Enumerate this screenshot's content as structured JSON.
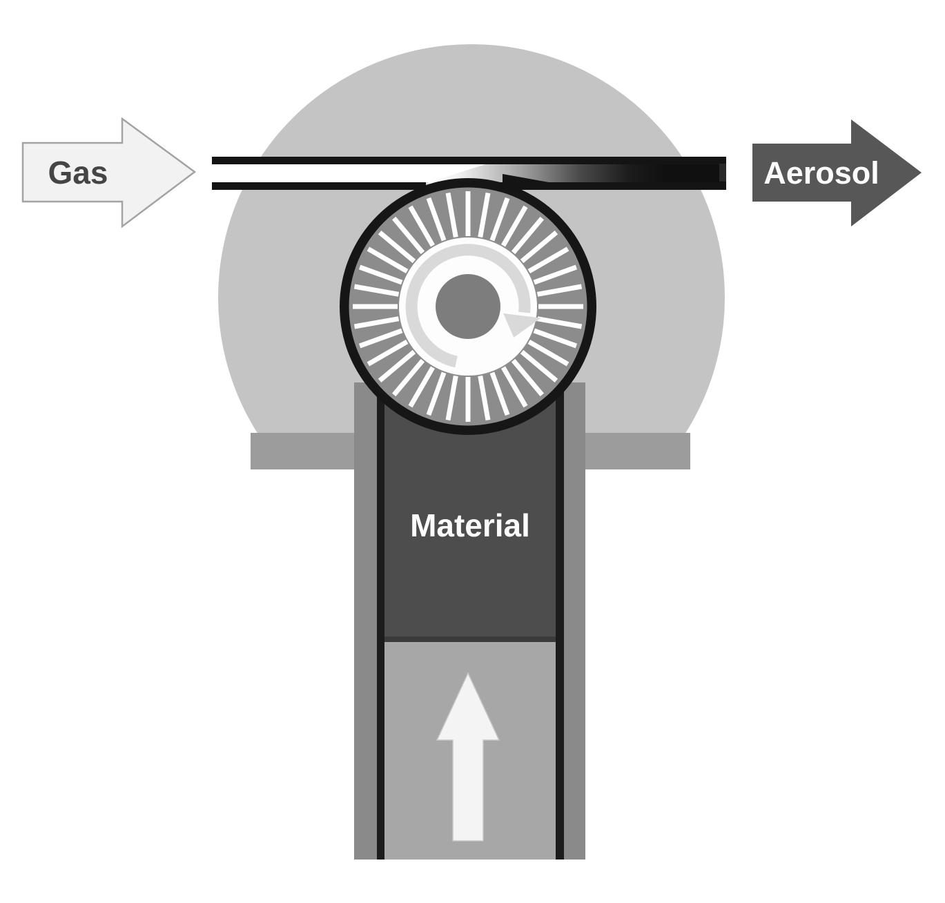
{
  "title": "Rotating brush aerosol generator schematic",
  "labels": {
    "gas": "Gas",
    "aerosol": "Aerosol",
    "material": "Material"
  },
  "flow": {
    "inlet_label": "Gas",
    "outlet_label": "Aerosol",
    "gas_direction": "right",
    "aerosol_direction": "right",
    "material_feed_direction": "up"
  },
  "brush_wheel": {
    "spoke_count": 36,
    "spoke_inner_radius": 102,
    "spoke_outer_radius": 167,
    "rotation": "clockwise"
  },
  "icons": {
    "gas_arrow": "right-arrow-icon",
    "aerosol_arrow": "right-arrow-icon",
    "feed_arrow": "up-arrow-icon",
    "rotation_arrow": "clockwise-rotation-icon"
  },
  "colors": {
    "background": "#ffffff",
    "dome": "#c4c4c4",
    "base_plate": "#9c9c9c",
    "tube_wall": "#8a8a8a",
    "tube_lining": "#1c1c1c",
    "material": "#4d4d4d",
    "piston": "#a7a7a7",
    "channel_wall": "#141414",
    "brush_ring": "#8c8c8c",
    "brush_outline": "#161616",
    "wheel_disc": "#fdfdfd",
    "axle": "#7d7d7d",
    "rotation_arrow": "#d9d9d9",
    "gas_arrow_fill": "#f2f2f2",
    "gas_arrow_border": "#a3a3a3",
    "gas_text": "#454545",
    "aerosol_arrow_fill": "#575757",
    "aerosol_text": "#fdfdfd",
    "material_text": "#fcfcfc",
    "feed_arrow_fill": "#f4f4f4"
  }
}
